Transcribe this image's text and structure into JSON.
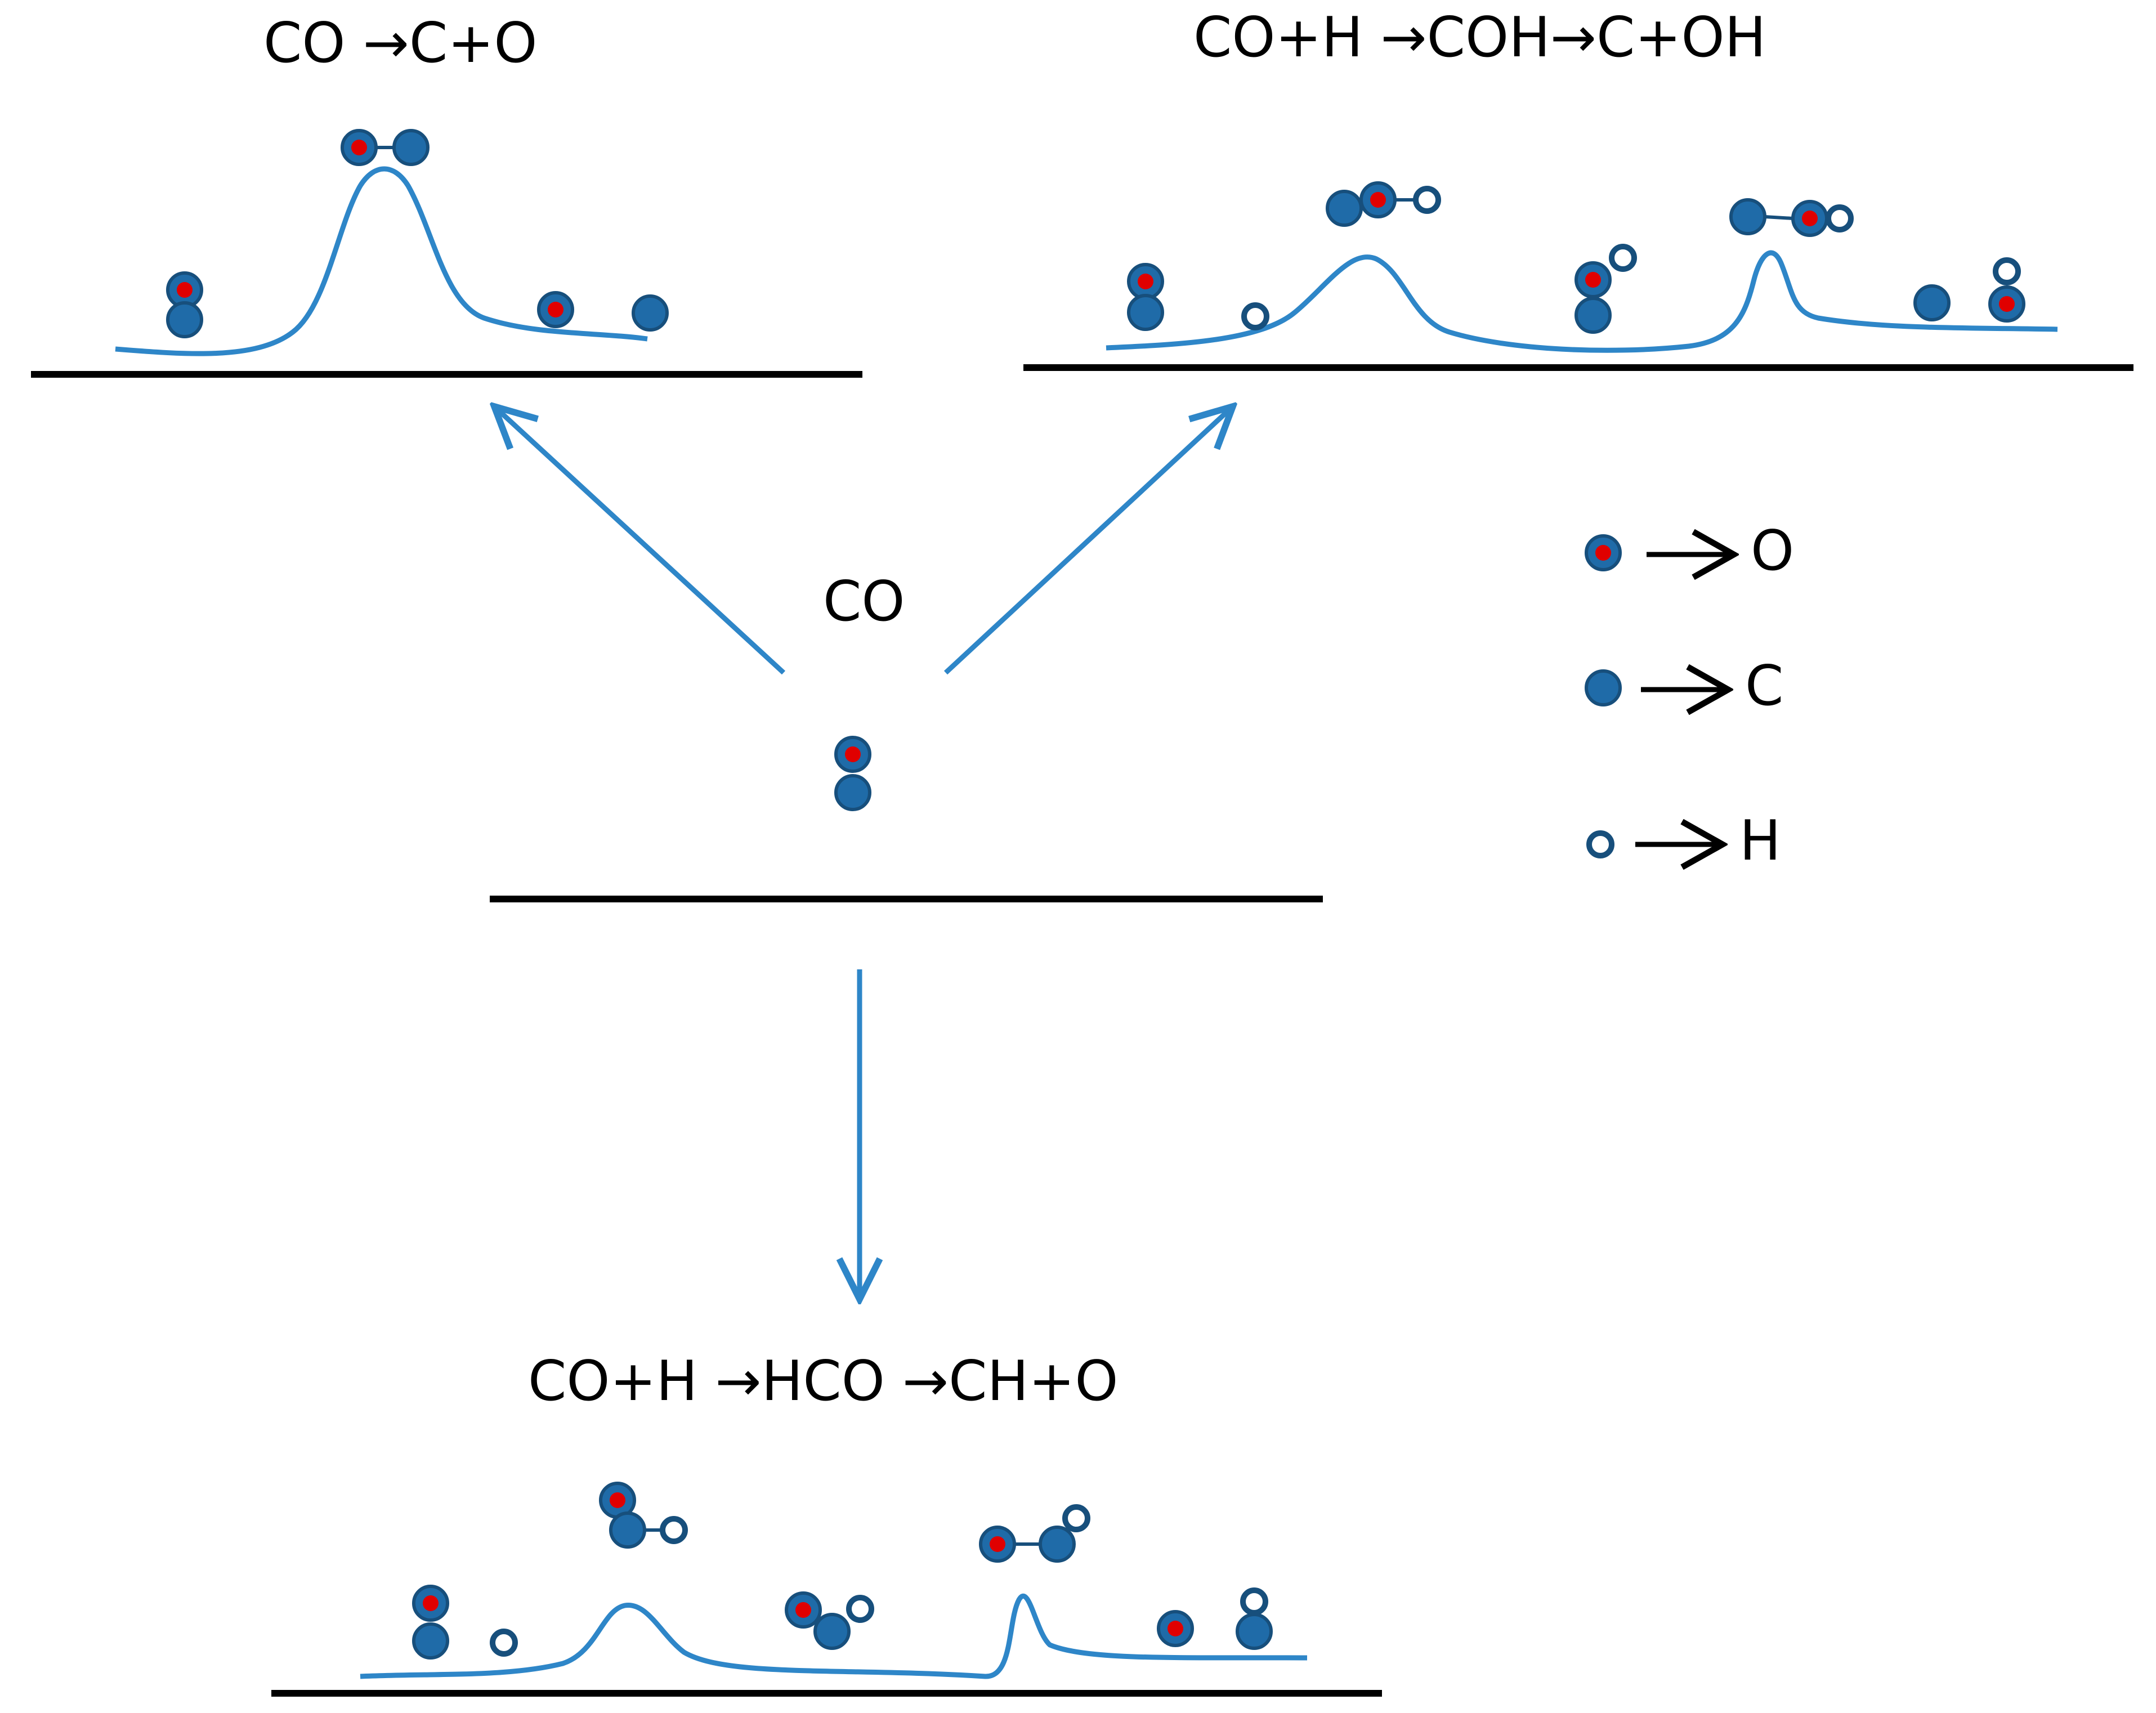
{
  "colors": {
    "curve": "#2E86C8",
    "arrow": "#2E86C8",
    "surface": "#000000",
    "atom_fill": "#1F6BA8",
    "atom_stroke": "#174F7C",
    "oxygen_core": "#E00000",
    "hydrogen_fill": "#FFFFFF",
    "text": "#000000"
  },
  "center": {
    "label": "CO"
  },
  "pathways": {
    "direct": {
      "label": "CO →C+O"
    },
    "coh": {
      "label": "CO+H →COH→C+OH"
    },
    "hco": {
      "label": "CO+H →HCO →CH+O"
    }
  },
  "legend": {
    "items": [
      {
        "atom": "oxygen",
        "icon": "oxygen-atom-icon",
        "label": "O"
      },
      {
        "atom": "carbon",
        "icon": "carbon-atom-icon",
        "label": "C"
      },
      {
        "atom": "hydrogen",
        "icon": "hydrogen-atom-icon",
        "label": "H"
      }
    ]
  }
}
